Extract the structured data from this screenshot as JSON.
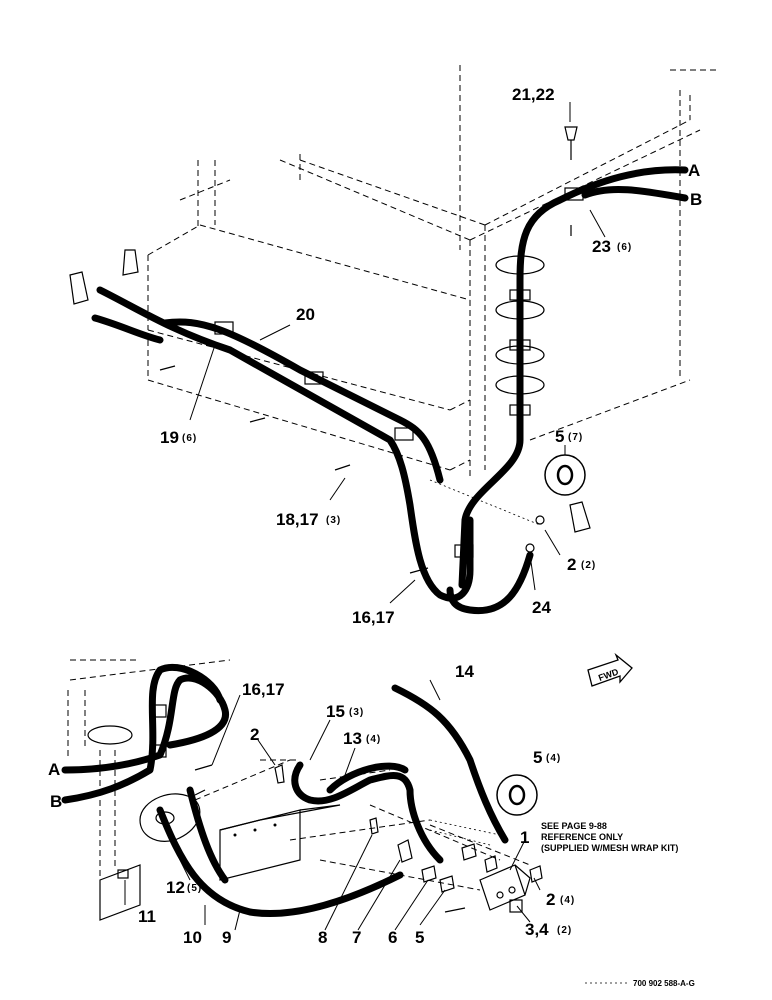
{
  "drawing_code": "700 902 588-A-G",
  "fwd_label": "FWD",
  "note": {
    "line1": "SEE PAGE 9-88",
    "line2": "REFERENCE ONLY",
    "line3": "(SUPPLIED W/MESH WRAP KIT)"
  },
  "upper_callouts": {
    "c21_22": "21,22",
    "hose_a": "A",
    "hose_b": "B",
    "c23": "23",
    "c23_qty": "(6)",
    "c20": "20",
    "c19": "19",
    "c19_qty": "(6)",
    "c5": "5",
    "c5_qty": "(7)",
    "c18_17": "18,17",
    "c18_17_qty": "(3)",
    "c2": "2",
    "c2_qty": "(2)",
    "c24": "24",
    "c16_17": "16,17"
  },
  "lower_callouts": {
    "c14": "14",
    "c16_17": "16,17",
    "c15": "15",
    "c15_qty": "(3)",
    "c2": "2",
    "c13": "13",
    "c13_qty": "(4)",
    "c5": "5",
    "c5_qty": "(4)",
    "hose_a": "A",
    "hose_b": "B",
    "c1": "1",
    "c12": "12",
    "c12_qty": "(5)",
    "c2b": "2",
    "c2b_qty": "(4)",
    "c11": "11",
    "c10": "10",
    "c9": "9",
    "c8": "8",
    "c7": "7",
    "c6": "6",
    "c5b": "5",
    "c3_4": "3,4",
    "c3_4_qty": "(2)"
  }
}
